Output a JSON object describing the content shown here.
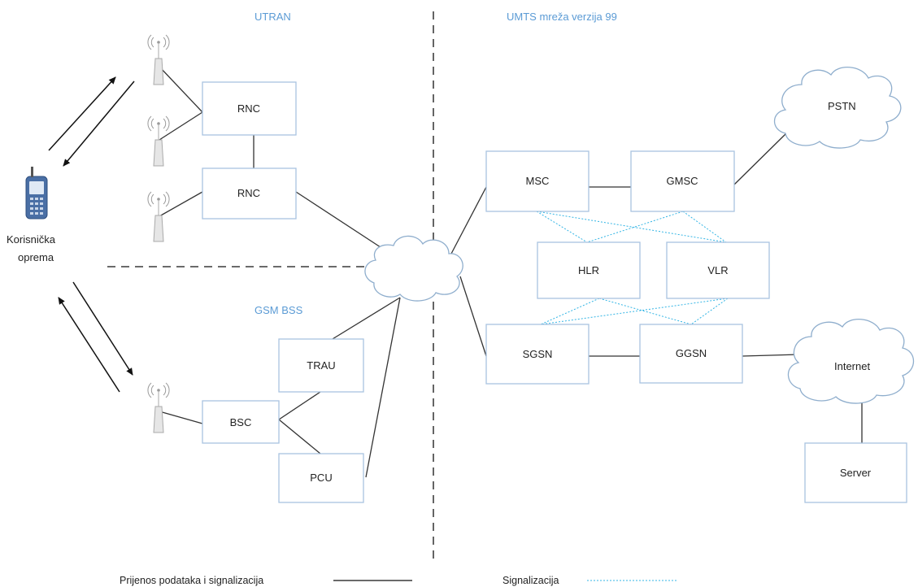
{
  "regions": {
    "utran": "UTRAN",
    "gsm_bss": "GSM BSS",
    "core": "UMTS mreža verzija 99"
  },
  "user_equipment": {
    "label_line1": "Korisnička",
    "label_line2": "oprema"
  },
  "nodes": {
    "rnc_top": "RNC",
    "rnc_bottom": "RNC",
    "trau": "TRAU",
    "bsc": "BSC",
    "pcu": "PCU",
    "msc": "MSC",
    "gmsc": "GMSC",
    "hlr": "HLR",
    "vlr": "VLR",
    "sgsn": "SGSN",
    "ggsn": "GGSN",
    "server": "Server"
  },
  "clouds": {
    "pstn": "PSTN",
    "internet": "Internet"
  },
  "legend": {
    "data_and_signaling": "Prijenos podataka i signalizacija",
    "signaling": "Signalizacija"
  },
  "colors": {
    "region_label": "#5b9bd5",
    "box_border": "#a9c4e0",
    "signaling_line": "#33b5e5",
    "data_line": "#333333"
  }
}
